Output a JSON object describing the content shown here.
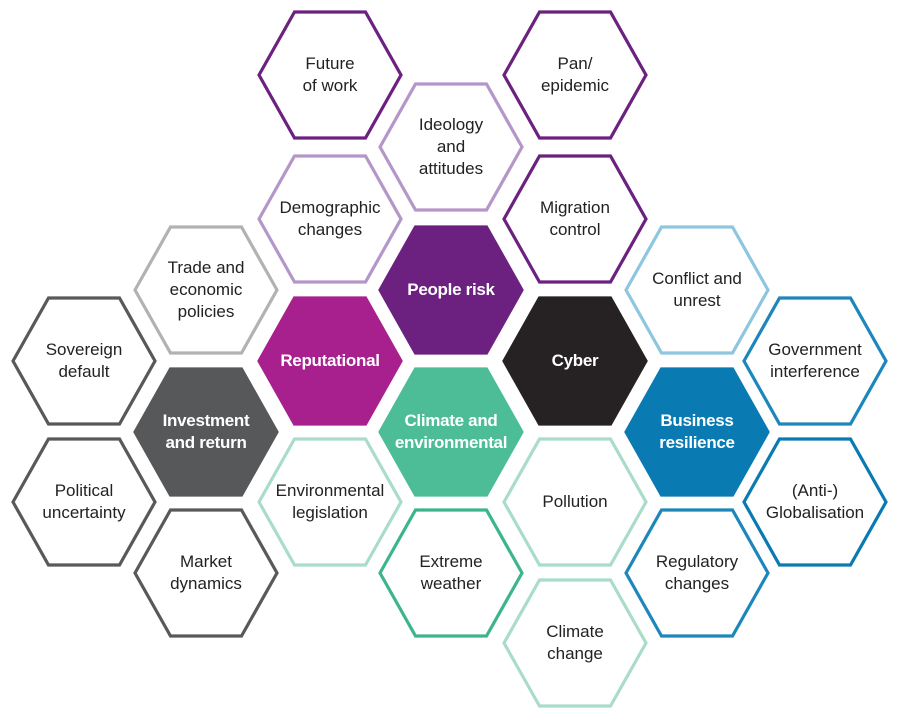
{
  "colors": {
    "purple": "#6c2180",
    "purple_light": "#b596c8",
    "magenta": "#a8208d",
    "black": "#262224",
    "grey_dark": "#575859",
    "grey": "#58595b",
    "grey_light": "#b2b2b2",
    "teal": "#4dbd98",
    "teal_mid": "#3cb58e",
    "teal_light": "#a9dcc9",
    "blue": "#0a7ab3",
    "blue_mid": "#1d86bb",
    "blue_light": "#8ec6df"
  },
  "hexagons": [
    {
      "id": "future-of-work",
      "label": "Future\nof work",
      "style": "outline",
      "color": "#6c2180"
    },
    {
      "id": "pan-epidemic",
      "label": "Pan/\nepidemic",
      "style": "outline",
      "color": "#6c2180"
    },
    {
      "id": "ideology-and-attitudes",
      "label": "Ideology\nand\nattitudes",
      "style": "outline",
      "color": "#b596c8"
    },
    {
      "id": "demographic-changes",
      "label": "Demographic\nchanges",
      "style": "outline",
      "color": "#b596c8"
    },
    {
      "id": "migration-control",
      "label": "Migration\ncontrol",
      "style": "outline",
      "color": "#6c2180"
    },
    {
      "id": "people-risk",
      "label": "People risk",
      "style": "filled",
      "color": "#6c2180"
    },
    {
      "id": "trade-and-economic-policies",
      "label": "Trade and\neconomic\npolicies",
      "style": "outline",
      "color": "#b2b2b2"
    },
    {
      "id": "reputational",
      "label": "Reputational",
      "style": "filled",
      "color": "#a8208d"
    },
    {
      "id": "cyber",
      "label": "Cyber",
      "style": "filled",
      "color": "#262224"
    },
    {
      "id": "conflict-and-unrest",
      "label": "Conflict and\nunrest",
      "style": "outline",
      "color": "#8ec6df"
    },
    {
      "id": "sovereign-default",
      "label": "Sovereign\ndefault",
      "style": "outline",
      "color": "#58595b"
    },
    {
      "id": "government-interference",
      "label": "Government\ninterference",
      "style": "outline",
      "color": "#1d86bb"
    },
    {
      "id": "investment-and-return",
      "label": "Investment\nand return",
      "style": "filled",
      "color": "#575859"
    },
    {
      "id": "climate-and-environmental",
      "label": "Climate and\nenvironmental",
      "style": "filled",
      "color": "#4dbd98"
    },
    {
      "id": "business-resilience",
      "label": "Business\nresilience",
      "style": "filled",
      "color": "#0a7ab3"
    },
    {
      "id": "political-uncertainty",
      "label": "Political\nuncertainty",
      "style": "outline",
      "color": "#58595b"
    },
    {
      "id": "environmental-legislation",
      "label": "Environmental\nlegislation",
      "style": "outline",
      "color": "#a9dcc9"
    },
    {
      "id": "pollution",
      "label": "Pollution",
      "style": "outline",
      "color": "#a9dcc9"
    },
    {
      "id": "anti-globalisation",
      "label": "(Anti-)\nGlobalisation",
      "style": "outline",
      "color": "#0a7ab3"
    },
    {
      "id": "market-dynamics",
      "label": "Market\ndynamics",
      "style": "outline",
      "color": "#58595b"
    },
    {
      "id": "extreme-weather",
      "label": "Extreme\nweather",
      "style": "outline",
      "color": "#3cb58e"
    },
    {
      "id": "regulatory-changes",
      "label": "Regulatory\nchanges",
      "style": "outline",
      "color": "#1d86bb"
    },
    {
      "id": "climate-change",
      "label": "Climate\nchange",
      "style": "outline",
      "color": "#a9dcc9"
    }
  ]
}
